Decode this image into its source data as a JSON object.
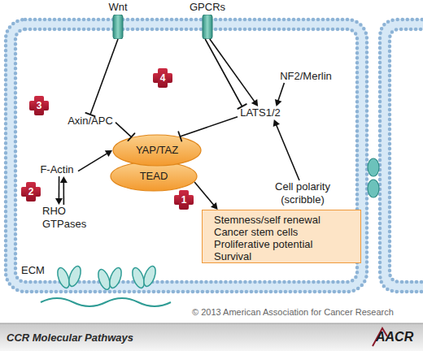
{
  "diagram": {
    "nodes": [
      {
        "text": [
          "Wnt"
        ]
      },
      {
        "text": [
          "GPCRs"
        ]
      },
      {
        "text": [
          "Axin/APC"
        ]
      },
      {
        "text": [
          "NF2/Merlin"
        ]
      },
      {
        "text": [
          "LATS1/2"
        ]
      },
      {
        "text": [
          "F-Actin"
        ]
      },
      {
        "text": [
          "RHO GTPases"
        ]
      },
      {
        "text": [
          "YAP/TAZ"
        ]
      },
      {
        "text": [
          "TEAD"
        ]
      },
      {
        "text": [
          "Cell polarity (scribble)"
        ]
      },
      {
        "text": [
          "Stemness/self renewal",
          "Cancer stem cells",
          "Proliferative potential",
          "Survival"
        ]
      }
    ],
    "edges": [
      {
        "from": 0,
        "to": 2,
        "arrow": "to"
      },
      {
        "from": 1,
        "to": 4,
        "arrow": "to"
      },
      {
        "from": 1,
        "to": 4,
        "arrow": "to"
      },
      {
        "from": 3,
        "to": 4,
        "arrow": "to"
      },
      {
        "from": 9,
        "to": 4,
        "arrow": "to"
      },
      {
        "from": 2,
        "to": 7,
        "arrow": "to"
      },
      {
        "from": 4,
        "to": 7,
        "arrow": "to"
      },
      {
        "from": 5,
        "to": 6,
        "arrow": "to"
      },
      {
        "from": 6,
        "to": 5,
        "arrow": "to"
      },
      {
        "from": 5,
        "to": 7,
        "arrow": "to"
      },
      {
        "from": 8,
        "to": 10,
        "arrow": "to"
      }
    ],
    "labels": [
      "3",
      "4",
      "2",
      "1",
      "ECM",
      "© 2013 American Association for Cancer Research",
      "CCR Molecular Pathways",
      "AACR"
    ]
  }
}
